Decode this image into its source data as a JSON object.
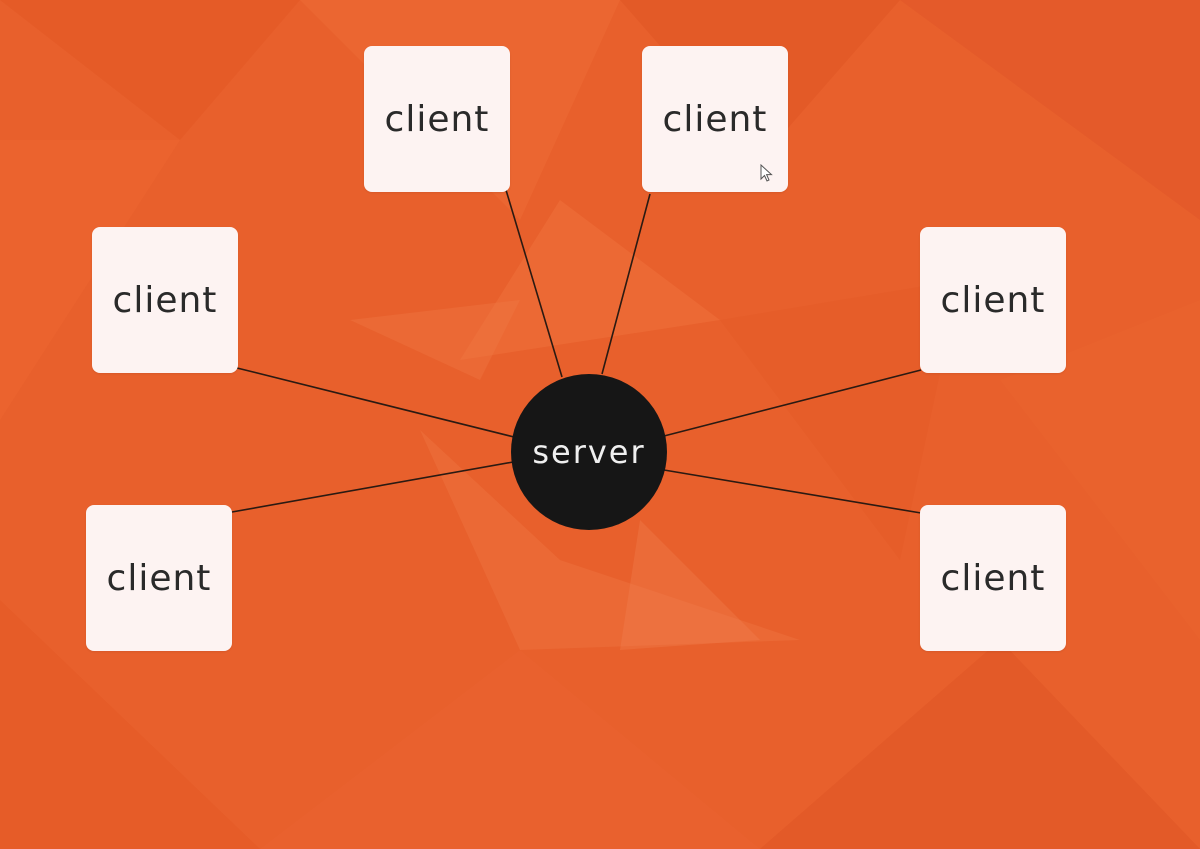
{
  "diagram": {
    "server": {
      "label": "server"
    },
    "clients": [
      {
        "label": "client"
      },
      {
        "label": "client"
      },
      {
        "label": "client"
      },
      {
        "label": "client"
      },
      {
        "label": "client"
      },
      {
        "label": "client"
      }
    ]
  },
  "colors": {
    "background": "#e8602c",
    "client_fill": "#fdf3f2",
    "server_fill": "#161616",
    "link": "#2b1a12"
  }
}
